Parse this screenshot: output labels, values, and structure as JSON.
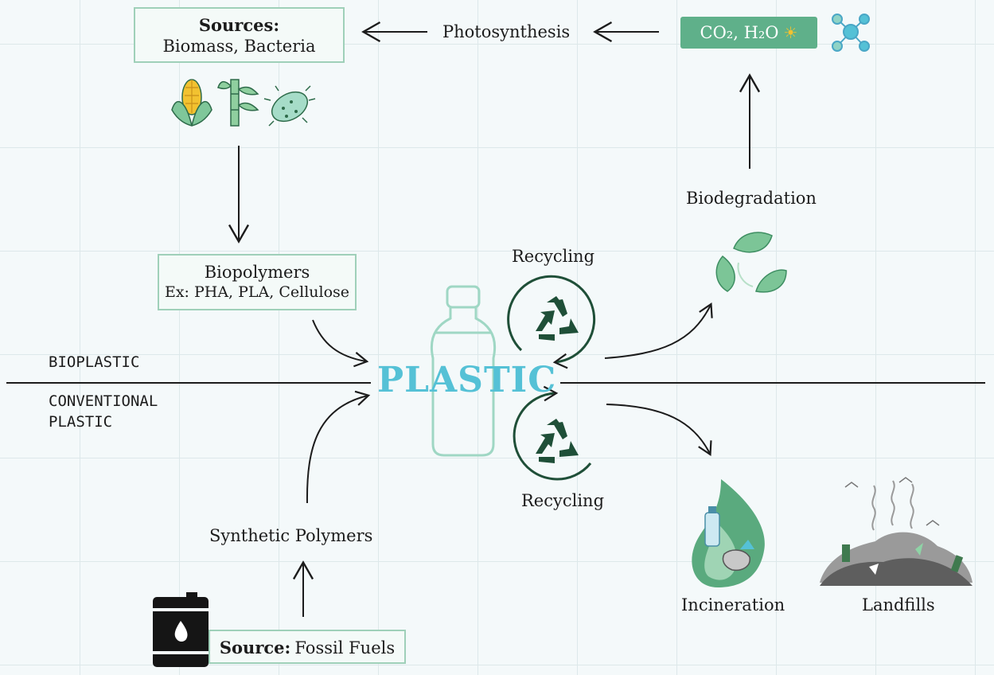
{
  "labels": {
    "sources_heading": "Sources:",
    "sources_items": "Biomass, Bacteria",
    "photosynthesis": "Photosynthesis",
    "co2_text": "CO₂, H₂O",
    "biodegradation": "Biodegradation",
    "biopolymers_title": "Biopolymers",
    "biopolymers_examples": "Ex: PHA, PLA, Cellulose",
    "recycling_top": "Recycling",
    "recycling_bottom": "Recycling",
    "plastic": "PLASTIC",
    "bioplastic": "BIOPLASTIC",
    "conventional_line1": "CONVENTIONAL",
    "conventional_line2": "PLASTIC",
    "synthetic_polymers": "Synthetic Polymers",
    "incineration": "Incineration",
    "landfills": "Landfills",
    "fossil_heading": "Source:",
    "fossil_items": "Fossil Fuels"
  },
  "icons": [
    "corn-icon",
    "bamboo-icon",
    "bacteria-icon",
    "molecule-icon",
    "sun-icon",
    "leaf-cycle-icon",
    "bottle-icon",
    "recycle-icon",
    "fire-icon",
    "landfill-icon",
    "oil-barrel-icon"
  ],
  "colors": {
    "accent_teal": "#55c1d6",
    "green_dark": "#1f4f38",
    "green_box_border": "#9fd0b9",
    "co2_fill": "#5fb08a",
    "leaf_green": "#6fbf8e"
  }
}
